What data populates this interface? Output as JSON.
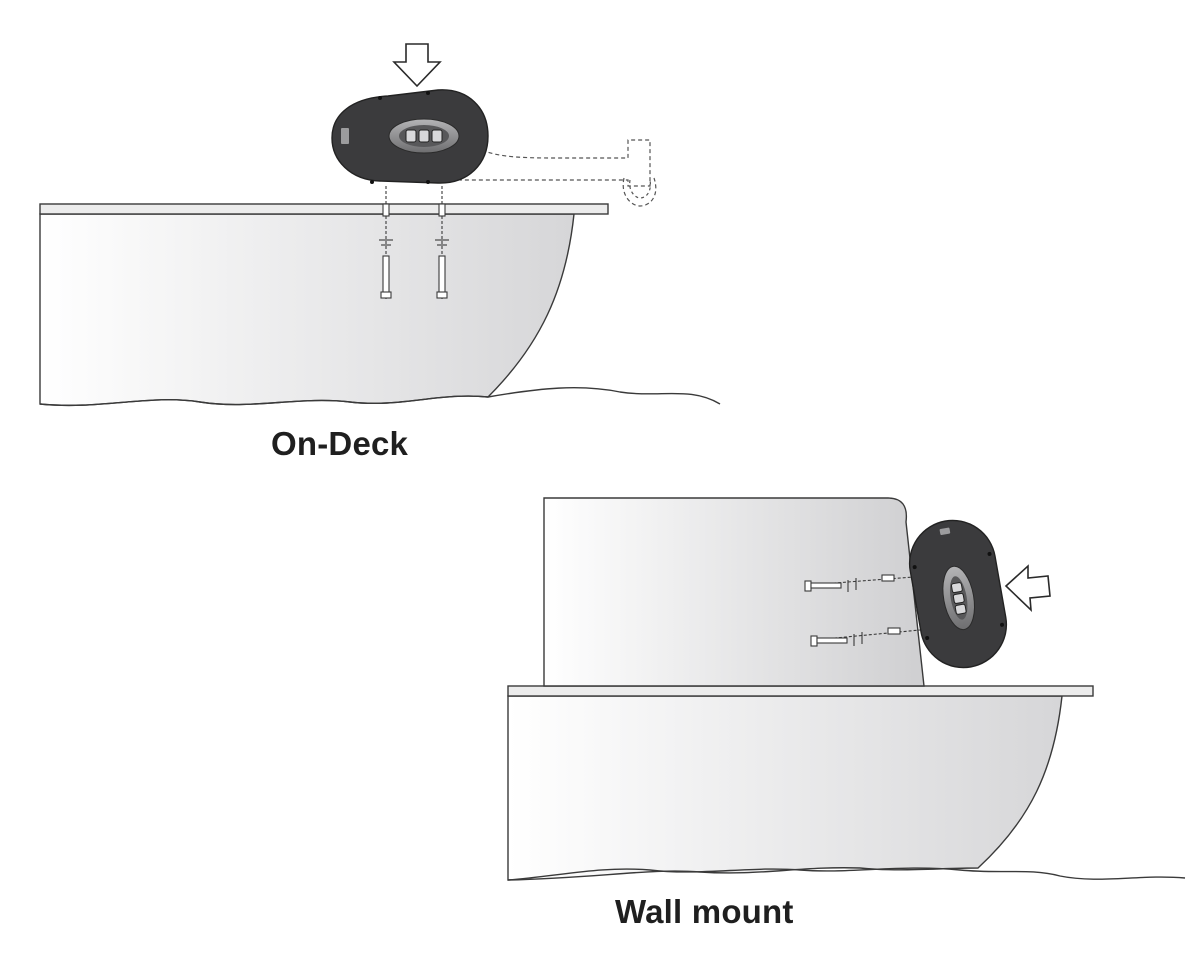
{
  "diagrams": [
    {
      "id": "on-deck",
      "caption": "On-Deck"
    },
    {
      "id": "wall-mount",
      "caption": "Wall mount"
    }
  ],
  "colors": {
    "line": "#3a3a3a",
    "device_body": "#3b3b3d",
    "device_bezel": "#8a8a8c",
    "hull_light": "#ffffff",
    "hull_shade": "#d9d9db",
    "deck": "#e8e8e8"
  },
  "icons": [
    "down-arrow-icon",
    "left-arrow-icon"
  ]
}
